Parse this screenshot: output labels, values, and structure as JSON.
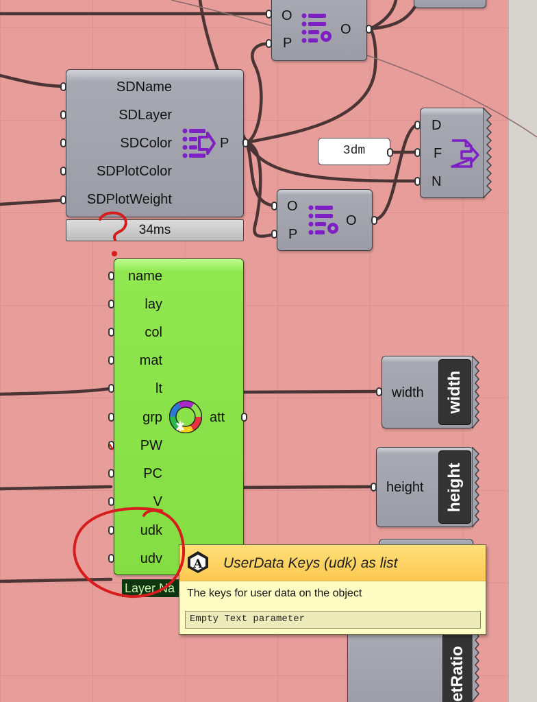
{
  "colors": {
    "canvas_background": "#e79d9a",
    "component_fill": "#a9a9b3",
    "component_green": "#86e046",
    "icon_purple": "#7d1fc4",
    "wire": "#4a3434",
    "tooltip_header": "#fcc850",
    "tooltip_body": "#fffdc3",
    "annotation_red": "#d61c1c"
  },
  "icons": {
    "list_settings": "list-gear-icon",
    "list_arrow": "list-arrow-icon",
    "file_export": "file-export-icon",
    "color_wheel": "color-wheel-icon",
    "tooltip_text_type": "text-type-a-icon"
  },
  "top_component": {
    "in_o": "O",
    "in_p": "P",
    "out_o": "O"
  },
  "main_component": {
    "inputs": [
      "SDName",
      "SDLayer",
      "SDColor",
      "SDPlotColor",
      "SDPlotWeight"
    ],
    "output": "P",
    "timer": "34ms"
  },
  "mid_component": {
    "in_o": "O",
    "in_p": "P",
    "out_o": "O"
  },
  "panel": {
    "value": "3dm"
  },
  "export_component": {
    "inputs": [
      "D",
      "F",
      "N"
    ]
  },
  "layer_component": {
    "inputs": [
      "name",
      "lay",
      "col",
      "mat",
      "lt",
      "grp",
      "PW",
      "PC",
      "V",
      "udk",
      "udv"
    ],
    "output": "att",
    "footer_label": "Layer Na"
  },
  "width_param": {
    "input_label": "width",
    "tag": "width"
  },
  "height_param": {
    "input_label": "height",
    "tag": "height"
  },
  "bottom_param": {
    "tag": "etRatio"
  },
  "annotation": {
    "question_mark": "?"
  },
  "tooltip": {
    "title": "UserData Keys (udk) as list",
    "description": "The keys for user data on the object",
    "type_label": "Empty Text parameter"
  }
}
